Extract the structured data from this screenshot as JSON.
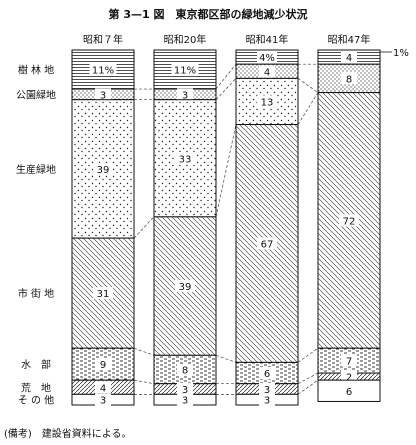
{
  "chart_data": {
    "type": "bar",
    "title": "第 3—1 図　東京都区部の緑地減少状況",
    "categories": [
      "昭和７年",
      "昭和20年",
      "昭和41年",
      "昭和47年"
    ],
    "series": [
      {
        "name": "樹林地",
        "label": "樹 林 地",
        "values": [
          11,
          11,
          4,
          4
        ],
        "pattern": "hlines"
      },
      {
        "name": "公園緑地",
        "label": "公園緑地",
        "values": [
          3,
          3,
          4,
          8
        ],
        "pattern": "dots-dense"
      },
      {
        "name": "生産緑地",
        "label": "生産緑地",
        "values": [
          39,
          33,
          13,
          0
        ],
        "pattern": "dots"
      },
      {
        "name": "市街地",
        "label": "市 街 地",
        "values": [
          31,
          39,
          67,
          72
        ],
        "pattern": "diag"
      },
      {
        "name": "水部",
        "label": "水　部",
        "values": [
          9,
          8,
          6,
          7
        ],
        "pattern": "dash"
      },
      {
        "name": "荒地",
        "label": "荒　地",
        "values": [
          4,
          3,
          3,
          2
        ],
        "pattern": "cross"
      },
      {
        "name": "その他",
        "label": "そ の 他",
        "values": [
          3,
          3,
          3,
          6
        ],
        "pattern": "white"
      }
    ],
    "value_labels": [
      [
        "11%",
        "3",
        "39",
        "31",
        "9",
        "4",
        "3"
      ],
      [
        "11%",
        "3",
        "33",
        "39",
        "8",
        "3",
        "3"
      ],
      [
        "4%",
        "4",
        "13",
        "67",
        "6",
        "3",
        "3"
      ],
      [
        "4",
        "8",
        "",
        "72",
        "7",
        "2",
        "6"
      ]
    ],
    "annotation": "1%",
    "ylim": [
      0,
      100
    ],
    "note": "(備考)　建設省資料による。"
  }
}
